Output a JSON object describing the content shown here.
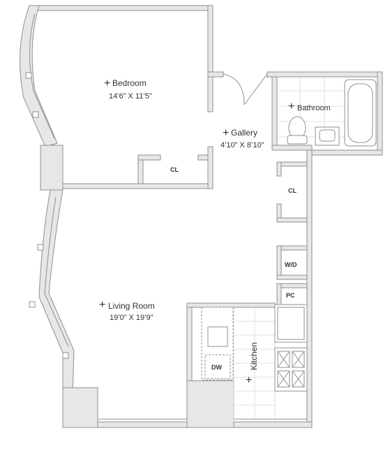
{
  "colors": {
    "wall_fill": "#e6e7e8",
    "wall_line": "#8d8f91",
    "room_marker": "#9a7440",
    "text": "#333333"
  },
  "rooms": {
    "bedroom": {
      "name": "Bedroom",
      "size": "14’6” X 11’5”"
    },
    "gallery": {
      "name": "Gallery",
      "size": "4’10” X 8’10”"
    },
    "bathroom": {
      "name": "Bathroom"
    },
    "living_room": {
      "name": "Living Room",
      "size": "19’0” X 19’9”"
    },
    "kitchen": {
      "name": "Kitchen"
    }
  },
  "fixtures": {
    "bedroom_closet": "CL",
    "hall_closet": "CL",
    "washer_dryer": "W/D",
    "pantry_closet": "PC",
    "dishwasher": "DW"
  },
  "marker_glyph": "+"
}
